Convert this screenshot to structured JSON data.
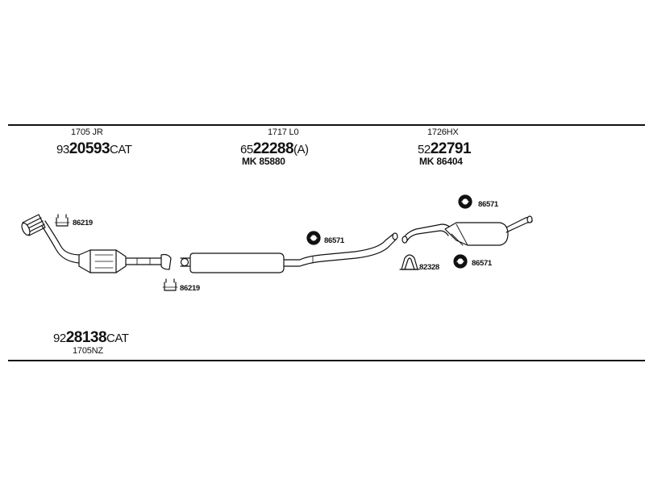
{
  "rules": [
    "top-rule",
    "bottom-rule"
  ],
  "labels": {
    "front": {
      "code": "1705 JR",
      "part_prefix": "93",
      "part_main": "20593",
      "part_suffix": "CAT"
    },
    "middle": {
      "code": "1717 L0",
      "part_prefix": "65",
      "part_main": "22288",
      "part_suffix": "(A)",
      "mk": "MK 85880"
    },
    "rear": {
      "code": "1726HX",
      "part_prefix": "52",
      "part_main": "22791",
      "part_suffix": "",
      "mk": "MK 86404"
    },
    "bottom": {
      "part_prefix": "92",
      "part_main": "28138",
      "part_suffix": "CAT",
      "code": "1705NZ"
    }
  },
  "refs": {
    "clamp_top": "86219",
    "clamp_bottom": "86219",
    "hanger_middle": "86571",
    "hanger_rear_top": "86571",
    "hanger_rear_bottom": "86571",
    "bracket_rear": "82328"
  },
  "colors": {
    "ink": "#111111",
    "fill": "#ffffff"
  }
}
